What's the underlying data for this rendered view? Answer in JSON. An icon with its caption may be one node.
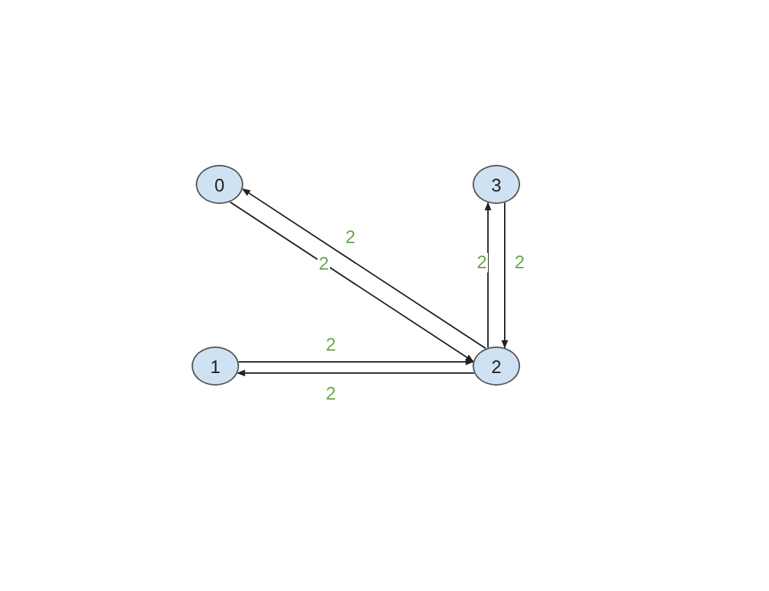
{
  "diagram": {
    "nodes": [
      {
        "text": [
          "0"
        ]
      },
      {
        "text": [
          "1"
        ]
      },
      {
        "text": [
          "2"
        ]
      },
      {
        "text": [
          "3"
        ]
      }
    ],
    "edges": [
      {
        "from": 0,
        "to": 2,
        "arrow": "to",
        "label": "2"
      },
      {
        "from": 2,
        "to": 0,
        "arrow": "to",
        "label": "2"
      },
      {
        "from": 2,
        "to": 3,
        "arrow": "to",
        "label": "2"
      },
      {
        "from": 3,
        "to": 2,
        "arrow": "to",
        "label": "2"
      },
      {
        "from": 1,
        "to": 2,
        "arrow": "to",
        "label": "2"
      },
      {
        "from": 2,
        "to": 1,
        "arrow": "to",
        "label": "2"
      }
    ]
  }
}
